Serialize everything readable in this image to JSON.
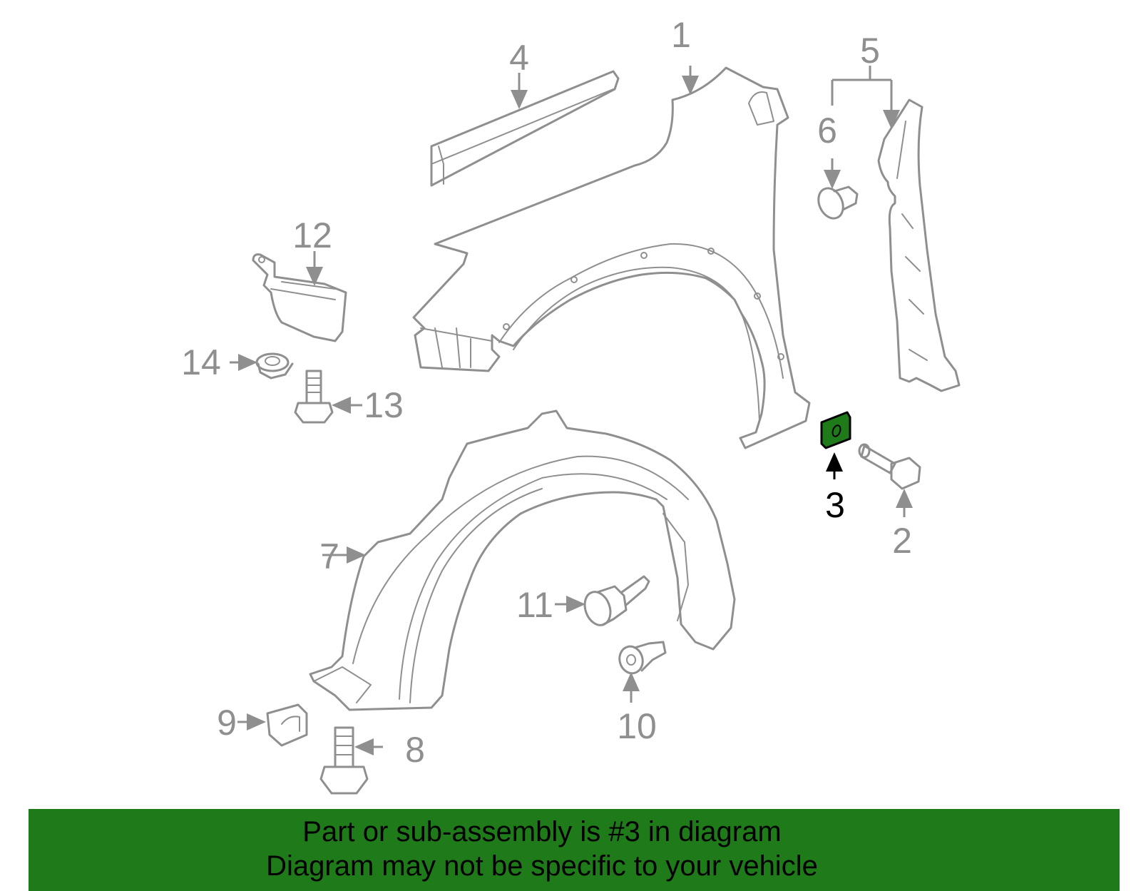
{
  "callouts": {
    "c1": "1",
    "c2": "2",
    "c3": "3",
    "c4": "4",
    "c5": "5",
    "c6": "6",
    "c7": "7",
    "c8": "8",
    "c9": "9",
    "c10": "10",
    "c11": "11",
    "c12": "12",
    "c13": "13",
    "c14": "14"
  },
  "colors": {
    "highlight": "#1f7a1a",
    "line": "#8f8f8f",
    "active": "#000000"
  },
  "banner": {
    "line1": "Part or sub-assembly is #3 in diagram",
    "line2": "Diagram may not be specific to your vehicle"
  }
}
